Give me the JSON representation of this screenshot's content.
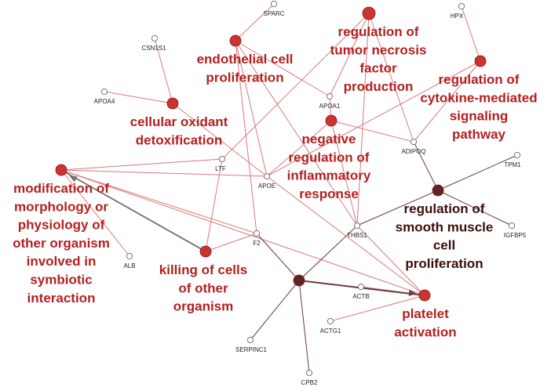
{
  "colors": {
    "term_red": "#b41f1f",
    "term_dark": "#3b0d0d",
    "node_red": "#cc3333",
    "node_dark": "#5e2525",
    "node_yellow": "#f3f03a",
    "edge_red": "#d97a7a",
    "edge_dark": "#6b3b3b",
    "edge_grey": "#707070"
  },
  "terms": [
    {
      "id": "endothelial",
      "lines": [
        "endothelial cell",
        "proliferation"
      ]
    },
    {
      "id": "tnf",
      "lines": [
        "regulation of",
        "tumor necrosis",
        "factor",
        "production"
      ]
    },
    {
      "id": "cytokine",
      "lines": [
        "regulation of",
        "cytokine-mediated",
        "signaling",
        "pathway"
      ]
    },
    {
      "id": "oxidant",
      "lines": [
        "cellular oxidant",
        "detoxification"
      ]
    },
    {
      "id": "inflammatory",
      "lines": [
        "negative",
        "regulation of",
        "inflammatory",
        "response"
      ]
    },
    {
      "id": "symbiotic",
      "lines": [
        "modification of",
        "morphology or",
        "physiology of",
        "other organism",
        "involved in",
        "symbiotic",
        "interaction"
      ]
    },
    {
      "id": "smooth",
      "lines": [
        "regulation of",
        "smooth muscle",
        "cell",
        "proliferation"
      ]
    },
    {
      "id": "killing",
      "lines": [
        "killing of cells",
        "of other",
        "organism"
      ]
    },
    {
      "id": "platelet",
      "lines": [
        "platelet",
        "activation"
      ]
    }
  ],
  "genes": [
    "SPARC",
    "HPX",
    "CSN1S1",
    "APOA4",
    "APOA1",
    "ADIPOQ",
    "LTF",
    "APOE",
    "TPM1",
    "THBS1",
    "F2",
    "IGFBP5",
    "ALB",
    "ACTB",
    "ACTG1",
    "SERPINC1",
    "CPB2"
  ]
}
